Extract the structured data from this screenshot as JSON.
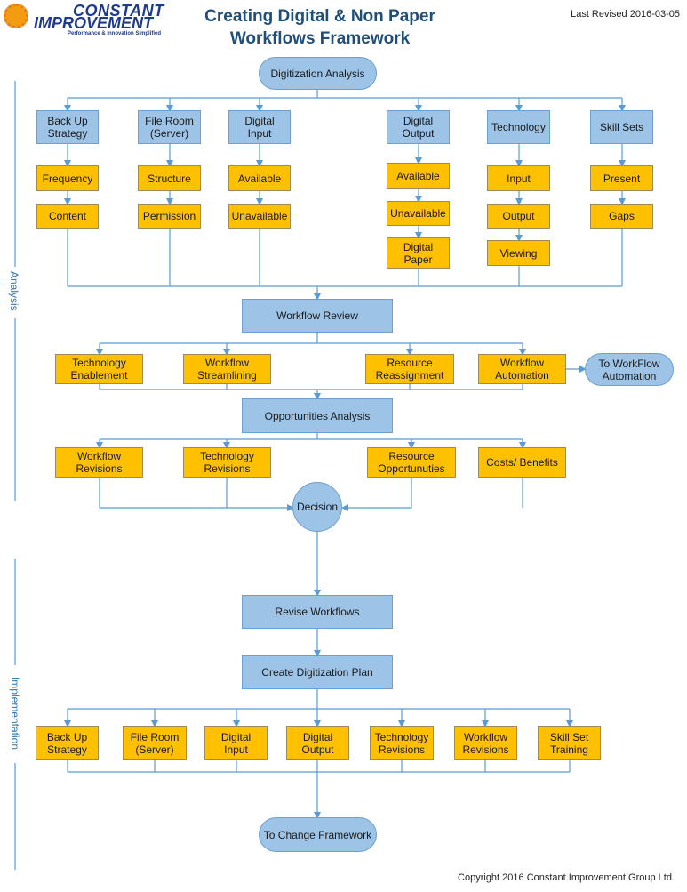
{
  "logo": {
    "line1": "CONSTANT",
    "line2": "IMPROVEMENT",
    "tagline": "Performance & Innovation Simplified"
  },
  "title": {
    "line1": "Creating Digital & Non Paper",
    "line2": "Workflows Framework"
  },
  "last_revised": "Last Revised 2016-03-05",
  "copyright": "Copyright  2016 Constant Improvement Group Ltd.",
  "side_labels": {
    "analysis": "Analysis",
    "implementation": "Implementation"
  },
  "colors": {
    "blue_box": "#9dc3e6",
    "orange_box": "#ffc000",
    "line": "#5b9bd5",
    "title": "#1f4e79"
  },
  "nodes": {
    "digitization_analysis": "Digitization Analysis",
    "backup_strategy": "Back Up\nStrategy",
    "file_room": "File Room\n(Server)",
    "digital_input": "Digital\nInput",
    "digital_output": "Digital\nOutput",
    "technology": "Technology",
    "skill_sets": "Skill Sets",
    "frequency": "Frequency",
    "content": "Content",
    "structure": "Structure",
    "permission": "Permission",
    "di_available": "Available",
    "di_unavailable": "Unavailable",
    "do_available": "Available",
    "do_unavailable": "Unavailable",
    "digital_paper": "Digital\nPaper",
    "tech_input": "Input",
    "tech_output": "Output",
    "tech_viewing": "Viewing",
    "present": "Present",
    "gaps": "Gaps",
    "workflow_review": "Workflow  Review",
    "tech_enablement": "Technology\nEnablement",
    "workflow_streamlining": "Workflow\nStreamlining",
    "resource_reassignment": "Resource\nReassignment",
    "workflow_automation": "Workflow\nAutomation",
    "to_workflow_automation": "To WorkFlow\nAutomation",
    "opportunities_analysis": "Opportunities Analysis",
    "workflow_revisions": "Workflow\nRevisions",
    "technology_revisions": "Technology\nRevisions",
    "resource_opportunities": "Resource\nOpportunuties",
    "costs_benefits": "Costs/ Benefits",
    "decision": "Decision",
    "revise_workflows": "Revise Workflows",
    "create_plan": "Create Digitization Plan",
    "impl_backup": "Back Up\nStrategy",
    "impl_fileroom": "File Room\n(Server)",
    "impl_input": "Digital\nInput",
    "impl_output": "Digital\nOutput",
    "impl_tech": "Technology\nRevisions",
    "impl_workflow": "Workflow\nRevisions",
    "impl_skill": "Skill Set\nTraining",
    "to_change": "To Change Framework"
  }
}
